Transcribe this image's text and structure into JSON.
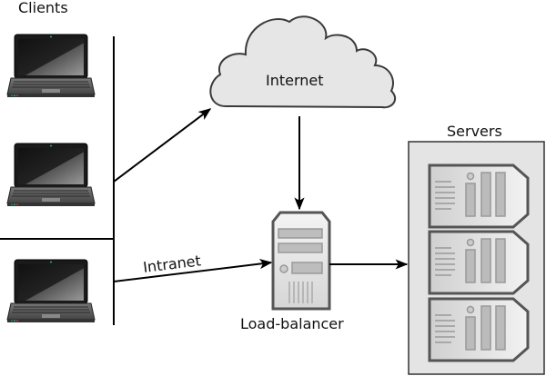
{
  "title": "Load-balancer network diagram",
  "labels": {
    "clients": "Clients",
    "internet": "Internet",
    "intranet": "Intranet",
    "load_balancer": "Load-balancer",
    "servers": "Servers"
  },
  "nodes": {
    "clients": [
      {
        "id": "client-1",
        "icon": "laptop-icon"
      },
      {
        "id": "client-2",
        "icon": "laptop-icon"
      },
      {
        "id": "client-3",
        "icon": "laptop-icon"
      }
    ],
    "internet": {
      "icon": "cloud-icon"
    },
    "load_balancer": {
      "icon": "tower-server-icon"
    },
    "servers": [
      {
        "id": "server-1",
        "icon": "rack-server-icon"
      },
      {
        "id": "server-2",
        "icon": "rack-server-icon"
      },
      {
        "id": "server-3",
        "icon": "rack-server-icon"
      }
    ]
  },
  "edges": [
    {
      "from": "clients",
      "to": "internet"
    },
    {
      "from": "clients",
      "to": "load_balancer",
      "label": "Intranet"
    },
    {
      "from": "internet",
      "to": "load_balancer"
    },
    {
      "from": "load_balancer",
      "to": "servers"
    }
  ],
  "colors": {
    "line": "#000000",
    "cloud_fill": "#e6e6e6",
    "cloud_stroke": "#3a3a3a",
    "server_group_fill": "#e4e4e4",
    "server_stroke": "#555555",
    "server_fill": "#d8d8d8"
  }
}
